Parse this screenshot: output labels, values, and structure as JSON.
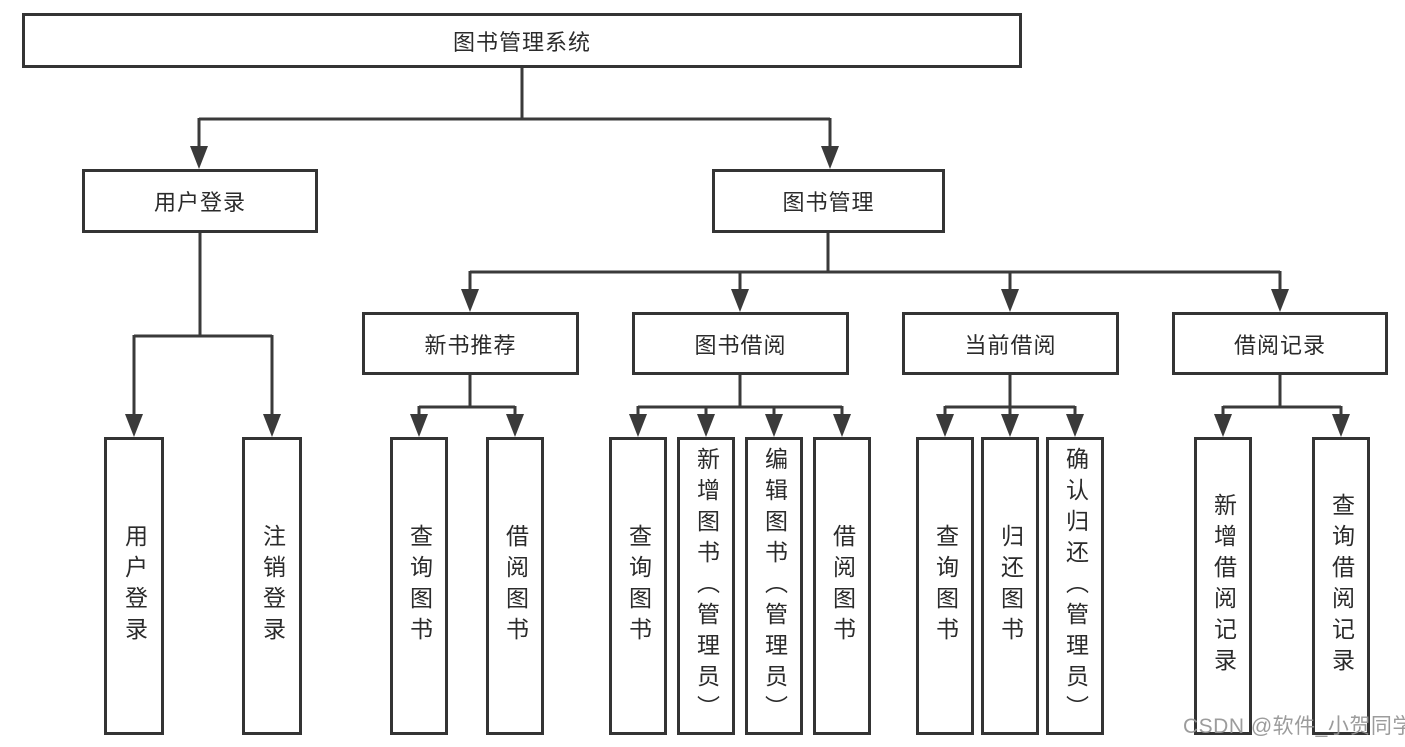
{
  "diagram": {
    "title": "图书管理系统",
    "level2": [
      {
        "label": "用户登录"
      },
      {
        "label": "图书管理"
      }
    ],
    "level3": [
      {
        "label": "新书推荐"
      },
      {
        "label": "图书借阅"
      },
      {
        "label": "当前借阅"
      },
      {
        "label": "借阅记录"
      }
    ],
    "leaves": [
      {
        "label": "用户登录",
        "parent": "用户登录"
      },
      {
        "label": "注销登录",
        "parent": "用户登录"
      },
      {
        "label": "查询图书",
        "parent": "新书推荐"
      },
      {
        "label": "借阅图书",
        "parent": "新书推荐"
      },
      {
        "label": "查询图书",
        "parent": "图书借阅"
      },
      {
        "label": "新增图书（管理员）",
        "parent": "图书借阅"
      },
      {
        "label": "编辑图书（管理员）",
        "parent": "图书借阅"
      },
      {
        "label": "借阅图书",
        "parent": "图书借阅"
      },
      {
        "label": "查询图书",
        "parent": "当前借阅"
      },
      {
        "label": "归还图书",
        "parent": "当前借阅"
      },
      {
        "label": "确认归还（管理员）",
        "parent": "当前借阅"
      },
      {
        "label": "新增借阅记录",
        "parent": "借阅记录"
      },
      {
        "label": "查询借阅记录",
        "parent": "借阅记录"
      }
    ],
    "line_color": "#3a3a3a",
    "box_border_color": "#343434",
    "text_color": "#2b2b2b"
  },
  "watermark": {
    "text": "CSDN @软件_小贺同学"
  }
}
